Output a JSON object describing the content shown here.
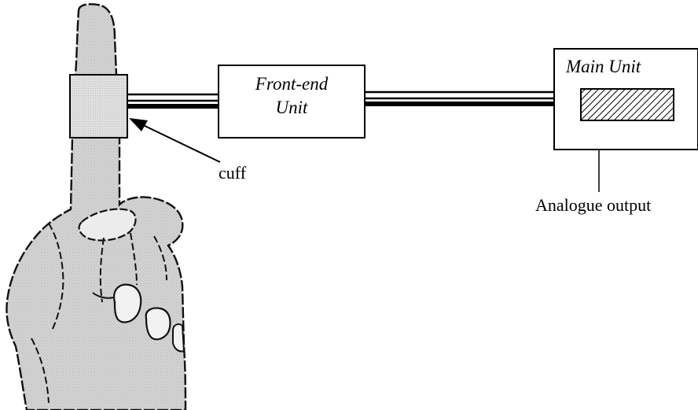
{
  "diagram": {
    "front_end_unit": {
      "line1": "Front-end",
      "line2": "Unit"
    },
    "main_unit": {
      "label": "Main Unit"
    },
    "cuff": {
      "label": "cuff"
    },
    "analogue_output": {
      "label": "Analogue output"
    }
  }
}
